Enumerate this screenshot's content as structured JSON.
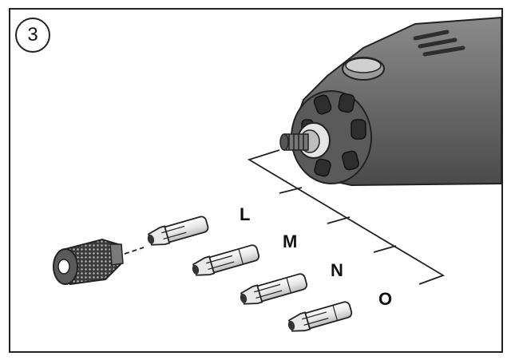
{
  "step_number": "3",
  "collet_labels": [
    {
      "key": "L",
      "text": "L"
    },
    {
      "key": "M",
      "text": "M"
    },
    {
      "key": "N",
      "text": "N"
    },
    {
      "key": "O",
      "text": "O"
    }
  ],
  "colors": {
    "tool_body": "#6e6e6e",
    "tool_dark": "#3c3c3c",
    "tool_light": "#9a9a9a",
    "line": "#222222"
  }
}
